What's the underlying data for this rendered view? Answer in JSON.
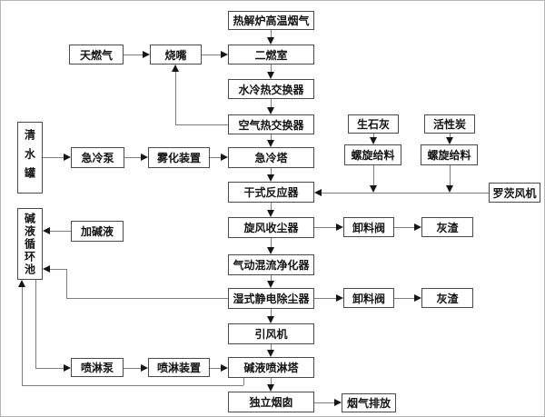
{
  "nodes": {
    "pyrolysis_flue_gas": "热解炉高温烟气",
    "natural_gas": "天燃气",
    "burner": "烧嘴",
    "secondary_combustion_chamber": "二燃室",
    "water_cooled_heat_exchanger": "水冷热交换器",
    "air_heat_exchanger": "空气热交换器",
    "quench_tower": "急冷塔",
    "clean_water_tank": "清水罐",
    "quench_pump": "急冷泵",
    "atomizing_device": "雾化装置",
    "quicklime": "生石灰",
    "activated_carbon": "活性炭",
    "screw_feeder_lime": "螺旋给料",
    "screw_feeder_carbon": "螺旋给料",
    "roots_blower": "罗茨风机",
    "dry_reactor": "干式反应器",
    "cyclone_dust_collector": "旋风收尘器",
    "discharge_valve_1": "卸料阀",
    "ash_residue_1": "灰渣",
    "pneumatic_mixed_flow_purifier": "气动混流净化器",
    "wet_esp": "湿式静电除尘器",
    "discharge_valve_2": "卸料阀",
    "ash_residue_2": "灰渣",
    "alkali_circulation_pool": "碱液循环池",
    "add_alkali": "加碱液",
    "induced_draft_fan": "引风机",
    "spray_pump": "喷淋泵",
    "spray_device": "喷淋装置",
    "alkali_spray_tower": "碱液喷淋塔",
    "independent_chimney": "独立烟囱",
    "flue_gas_emission": "烟气排放"
  },
  "edges": [
    {
      "from": "pyrolysis_flue_gas",
      "to": "secondary_combustion_chamber"
    },
    {
      "from": "natural_gas",
      "to": "burner"
    },
    {
      "from": "burner",
      "to": "secondary_combustion_chamber"
    },
    {
      "from": "secondary_combustion_chamber",
      "to": "water_cooled_heat_exchanger"
    },
    {
      "from": "water_cooled_heat_exchanger",
      "to": "air_heat_exchanger"
    },
    {
      "from": "air_heat_exchanger",
      "to": "quench_tower"
    },
    {
      "from": "air_heat_exchanger",
      "to": "burner"
    },
    {
      "from": "clean_water_tank",
      "to": "quench_pump"
    },
    {
      "from": "quench_pump",
      "to": "atomizing_device"
    },
    {
      "from": "atomizing_device",
      "to": "quench_tower"
    },
    {
      "from": "quench_tower",
      "to": "dry_reactor"
    },
    {
      "from": "quicklime",
      "to": "screw_feeder_lime"
    },
    {
      "from": "activated_carbon",
      "to": "screw_feeder_carbon"
    },
    {
      "from": "screw_feeder_lime",
      "to": "dry_reactor"
    },
    {
      "from": "screw_feeder_carbon",
      "to": "dry_reactor"
    },
    {
      "from": "roots_blower",
      "to": "dry_reactor"
    },
    {
      "from": "dry_reactor",
      "to": "cyclone_dust_collector"
    },
    {
      "from": "cyclone_dust_collector",
      "to": "discharge_valve_1"
    },
    {
      "from": "discharge_valve_1",
      "to": "ash_residue_1"
    },
    {
      "from": "cyclone_dust_collector",
      "to": "pneumatic_mixed_flow_purifier"
    },
    {
      "from": "pneumatic_mixed_flow_purifier",
      "to": "wet_esp"
    },
    {
      "from": "wet_esp",
      "to": "discharge_valve_2"
    },
    {
      "from": "discharge_valve_2",
      "to": "ash_residue_2"
    },
    {
      "from": "wet_esp",
      "to": "alkali_circulation_pool"
    },
    {
      "from": "wet_esp",
      "to": "induced_draft_fan"
    },
    {
      "from": "add_alkali",
      "to": "alkali_circulation_pool"
    },
    {
      "from": "induced_draft_fan",
      "to": "alkali_spray_tower"
    },
    {
      "from": "alkali_circulation_pool",
      "to": "spray_pump"
    },
    {
      "from": "spray_pump",
      "to": "spray_device"
    },
    {
      "from": "spray_device",
      "to": "alkali_spray_tower"
    },
    {
      "from": "alkali_spray_tower",
      "to": "alkali_circulation_pool"
    },
    {
      "from": "alkali_spray_tower",
      "to": "independent_chimney"
    },
    {
      "from": "independent_chimney",
      "to": "flue_gas_emission"
    }
  ],
  "colors": {
    "background": "#ffffff",
    "box_border": "#4a4a4a",
    "line": "#7e7e7e",
    "arrow": "#161616",
    "text": "#141414"
  }
}
